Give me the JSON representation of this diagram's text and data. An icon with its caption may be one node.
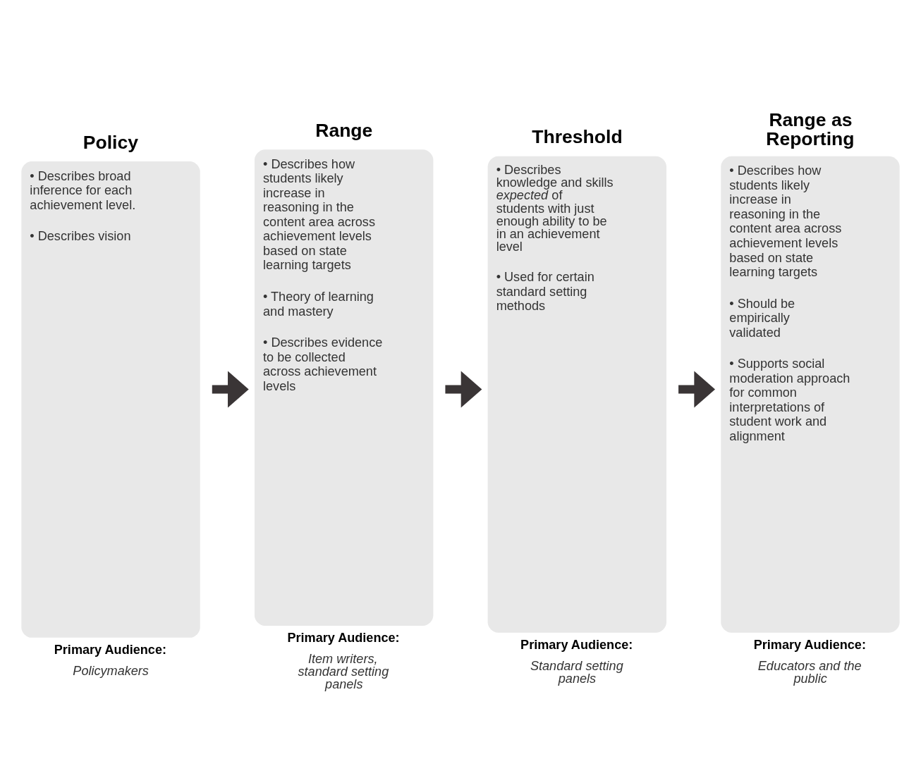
{
  "diagram": {
    "nodes": [
      {
        "text": [
          "Policy",
          "• Describes broad inference for each achievement level.",
          "• Describes vision"
        ],
        "beside": [
          "Primary Audience:",
          "Policymakers"
        ]
      },
      {
        "text": [
          "Range",
          "• Describes how students likely increase in reasoning in the content area across achievement levels based on state learning targets",
          "• Theory of learning and mastery",
          "• Describes evidence to be collected across achievement levels"
        ],
        "beside": [
          "Primary Audience:",
          "Item writers, standard setting panels"
        ]
      },
      {
        "text": [
          "Threshold",
          "• Describes knowledge and skills *expected* of students with just enough ability to be in an achievement level",
          "• Used for certain standard setting methods"
        ],
        "beside": [
          "Primary Audience:",
          "Standard setting panels"
        ]
      },
      {
        "text": [
          "Range as Reporting",
          "• Describes how students likely increase in reasoning in the content area across achievement levels based on state learning targets",
          "• Should be empirically validated",
          "• Supports social moderation approach for common interpretations of student work and alignment"
        ],
        "beside": [
          "Primary Audience:",
          "Educators and the public"
        ]
      }
    ],
    "edges": [
      {
        "from": 0,
        "to": 1,
        "arrow": "to"
      },
      {
        "from": 1,
        "to": 2,
        "arrow": "to"
      },
      {
        "from": 2,
        "to": 3,
        "arrow": "to"
      }
    ]
  }
}
